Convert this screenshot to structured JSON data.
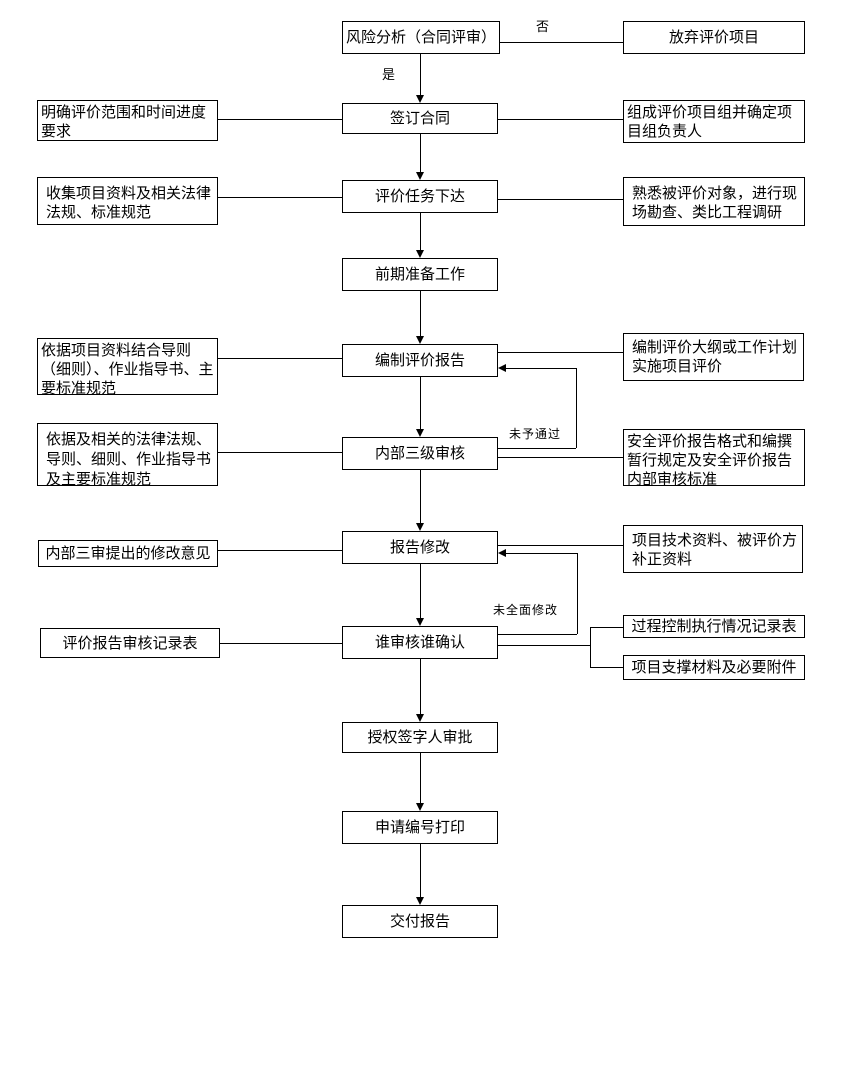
{
  "nodes": {
    "risk_analysis": "风险分析（合同评审）",
    "abandon": "放弃评价项目",
    "sign_contract": "签订合同",
    "task_assign": "评价任务下达",
    "preparation": "前期准备工作",
    "draft_report": "编制评价报告",
    "internal_review": "内部三级审核",
    "report_revision": "报告修改",
    "reviewer_confirm": "谁审核谁确认",
    "signatory_approval": "授权签字人审批",
    "apply_number_print": "申请编号打印",
    "deliver_report": "交付报告",
    "scope_requirement": "明确评价范围和时间进度要求",
    "collect_data": "收集项目资料及相关法律法规、标准规范",
    "basis_guidelines": "依据项目资料结合导则（细则）、作业指导书、主要标准规范",
    "basis_laws": "依据及相关的法律法规、导则、细则、作业指导书及主要标准规范",
    "revision_opinions": "内部三审提出的修改意见",
    "review_record": "评价报告审核记录表",
    "team_formation": "组成评价项目组并确定项目组负责人",
    "familiarize": "熟悉被评价对象，进行现场勘查、类比工程调研",
    "outline_plan": "编制评价大纲或工作计划实施项目评价",
    "report_format": "安全评价报告格式和编撰暂行规定及安全评价报告内部审核标准",
    "tech_data": "项目技术资料、被评价方补正资料",
    "process_control_record": "过程控制执行情况记录表",
    "supporting_materials": "项目支撑材料及必要附件"
  },
  "edge_labels": {
    "no": "否",
    "yes": "是",
    "not_approved": "未予通过",
    "not_fully_revised": "未全面修改"
  },
  "edges": [
    {
      "from": "risk_analysis",
      "to": "abandon",
      "label": "否",
      "directed": false
    },
    {
      "from": "risk_analysis",
      "to": "sign_contract",
      "label": "是",
      "directed": true
    },
    {
      "from": "scope_requirement",
      "to": "sign_contract",
      "directed": false
    },
    {
      "from": "sign_contract",
      "to": "team_formation",
      "directed": false
    },
    {
      "from": "sign_contract",
      "to": "task_assign",
      "directed": true
    },
    {
      "from": "collect_data",
      "to": "task_assign",
      "directed": false
    },
    {
      "from": "task_assign",
      "to": "familiarize",
      "directed": false
    },
    {
      "from": "task_assign",
      "to": "preparation",
      "directed": true
    },
    {
      "from": "preparation",
      "to": "draft_report",
      "directed": true
    },
    {
      "from": "basis_guidelines",
      "to": "draft_report",
      "directed": false
    },
    {
      "from": "draft_report",
      "to": "outline_plan",
      "directed": false
    },
    {
      "from": "draft_report",
      "to": "internal_review",
      "directed": true
    },
    {
      "from": "basis_laws",
      "to": "internal_review",
      "directed": false
    },
    {
      "from": "internal_review",
      "to": "report_format",
      "directed": false
    },
    {
      "from": "internal_review",
      "to": "draft_report",
      "label": "未予通过",
      "directed": true
    },
    {
      "from": "internal_review",
      "to": "report_revision",
      "directed": true
    },
    {
      "from": "revision_opinions",
      "to": "report_revision",
      "directed": false
    },
    {
      "from": "report_revision",
      "to": "tech_data",
      "directed": false
    },
    {
      "from": "report_revision",
      "to": "reviewer_confirm",
      "directed": true
    },
    {
      "from": "review_record",
      "to": "reviewer_confirm",
      "directed": false
    },
    {
      "from": "reviewer_confirm",
      "to": "report_revision",
      "label": "未全面修改",
      "directed": true
    },
    {
      "from": "reviewer_confirm",
      "to": "process_control_record",
      "directed": false
    },
    {
      "from": "reviewer_confirm",
      "to": "supporting_materials",
      "directed": false
    },
    {
      "from": "reviewer_confirm",
      "to": "signatory_approval",
      "directed": true
    },
    {
      "from": "signatory_approval",
      "to": "apply_number_print",
      "directed": true
    },
    {
      "from": "apply_number_print",
      "to": "deliver_report",
      "directed": true
    }
  ],
  "colors": {
    "line": "#000000",
    "background": "#ffffff",
    "text": "#000000"
  }
}
